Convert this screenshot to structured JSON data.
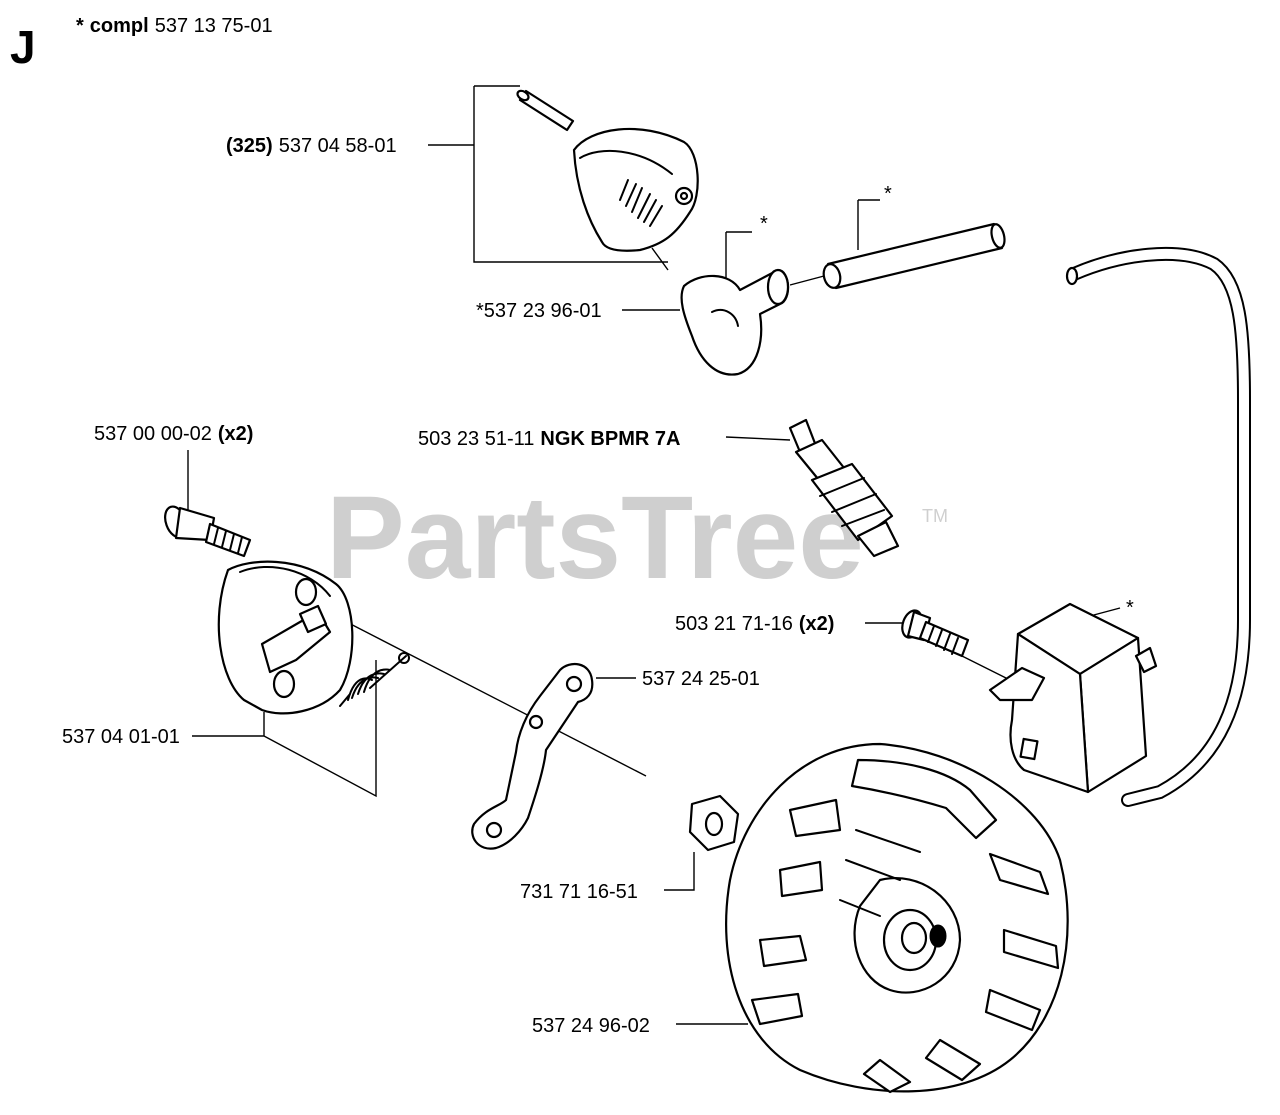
{
  "section_letter": "J",
  "header": {
    "star": "*",
    "bold": "compl",
    "number": "537 13 75-01"
  },
  "watermark": {
    "text": "PartsTree",
    "tm": "TM"
  },
  "labels": {
    "cap": {
      "bold": "(325)",
      "number": "537 04 58-01"
    },
    "boot": {
      "number": "*537 23 96-01"
    },
    "spark_plug": {
      "number": "503 23 51-11",
      "bold": "NGK BPMR 7A"
    },
    "screw_a": {
      "number": "537 00 00-02",
      "bold": "(x2)"
    },
    "screw_b": {
      "number": "503 21 71-16",
      "bold": "(x2)"
    },
    "plate": {
      "number": "537 24 25-01"
    },
    "carrier": {
      "number": "537 04 01-01"
    },
    "nut": {
      "number": "731 71 16-51"
    },
    "flywheel": {
      "number": "537 24 96-02"
    },
    "star_boot": "*",
    "star_tube": "*",
    "star_module": "*"
  }
}
